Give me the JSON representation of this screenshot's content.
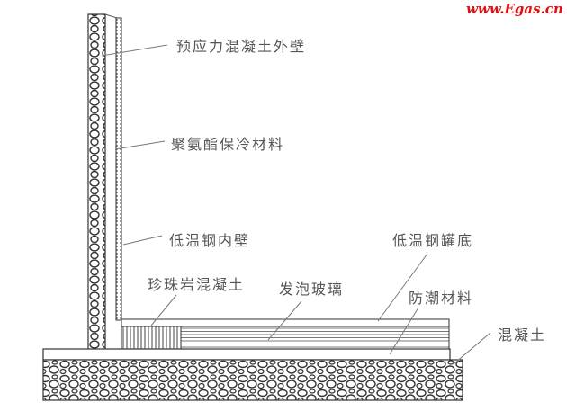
{
  "watermark": "www.Egas.cn",
  "labels": {
    "outer_wall": "预应力混凝土外壁",
    "pu_insulation": "聚氨酯保冷材料",
    "inner_wall": "低温钢内壁",
    "tank_bottom": "低温钢罐底",
    "perlite_concrete": "珍珠岩混凝土",
    "foam_glass": "发泡玻璃",
    "moisture_barrier": "防潮材料",
    "concrete": "混凝土"
  }
}
